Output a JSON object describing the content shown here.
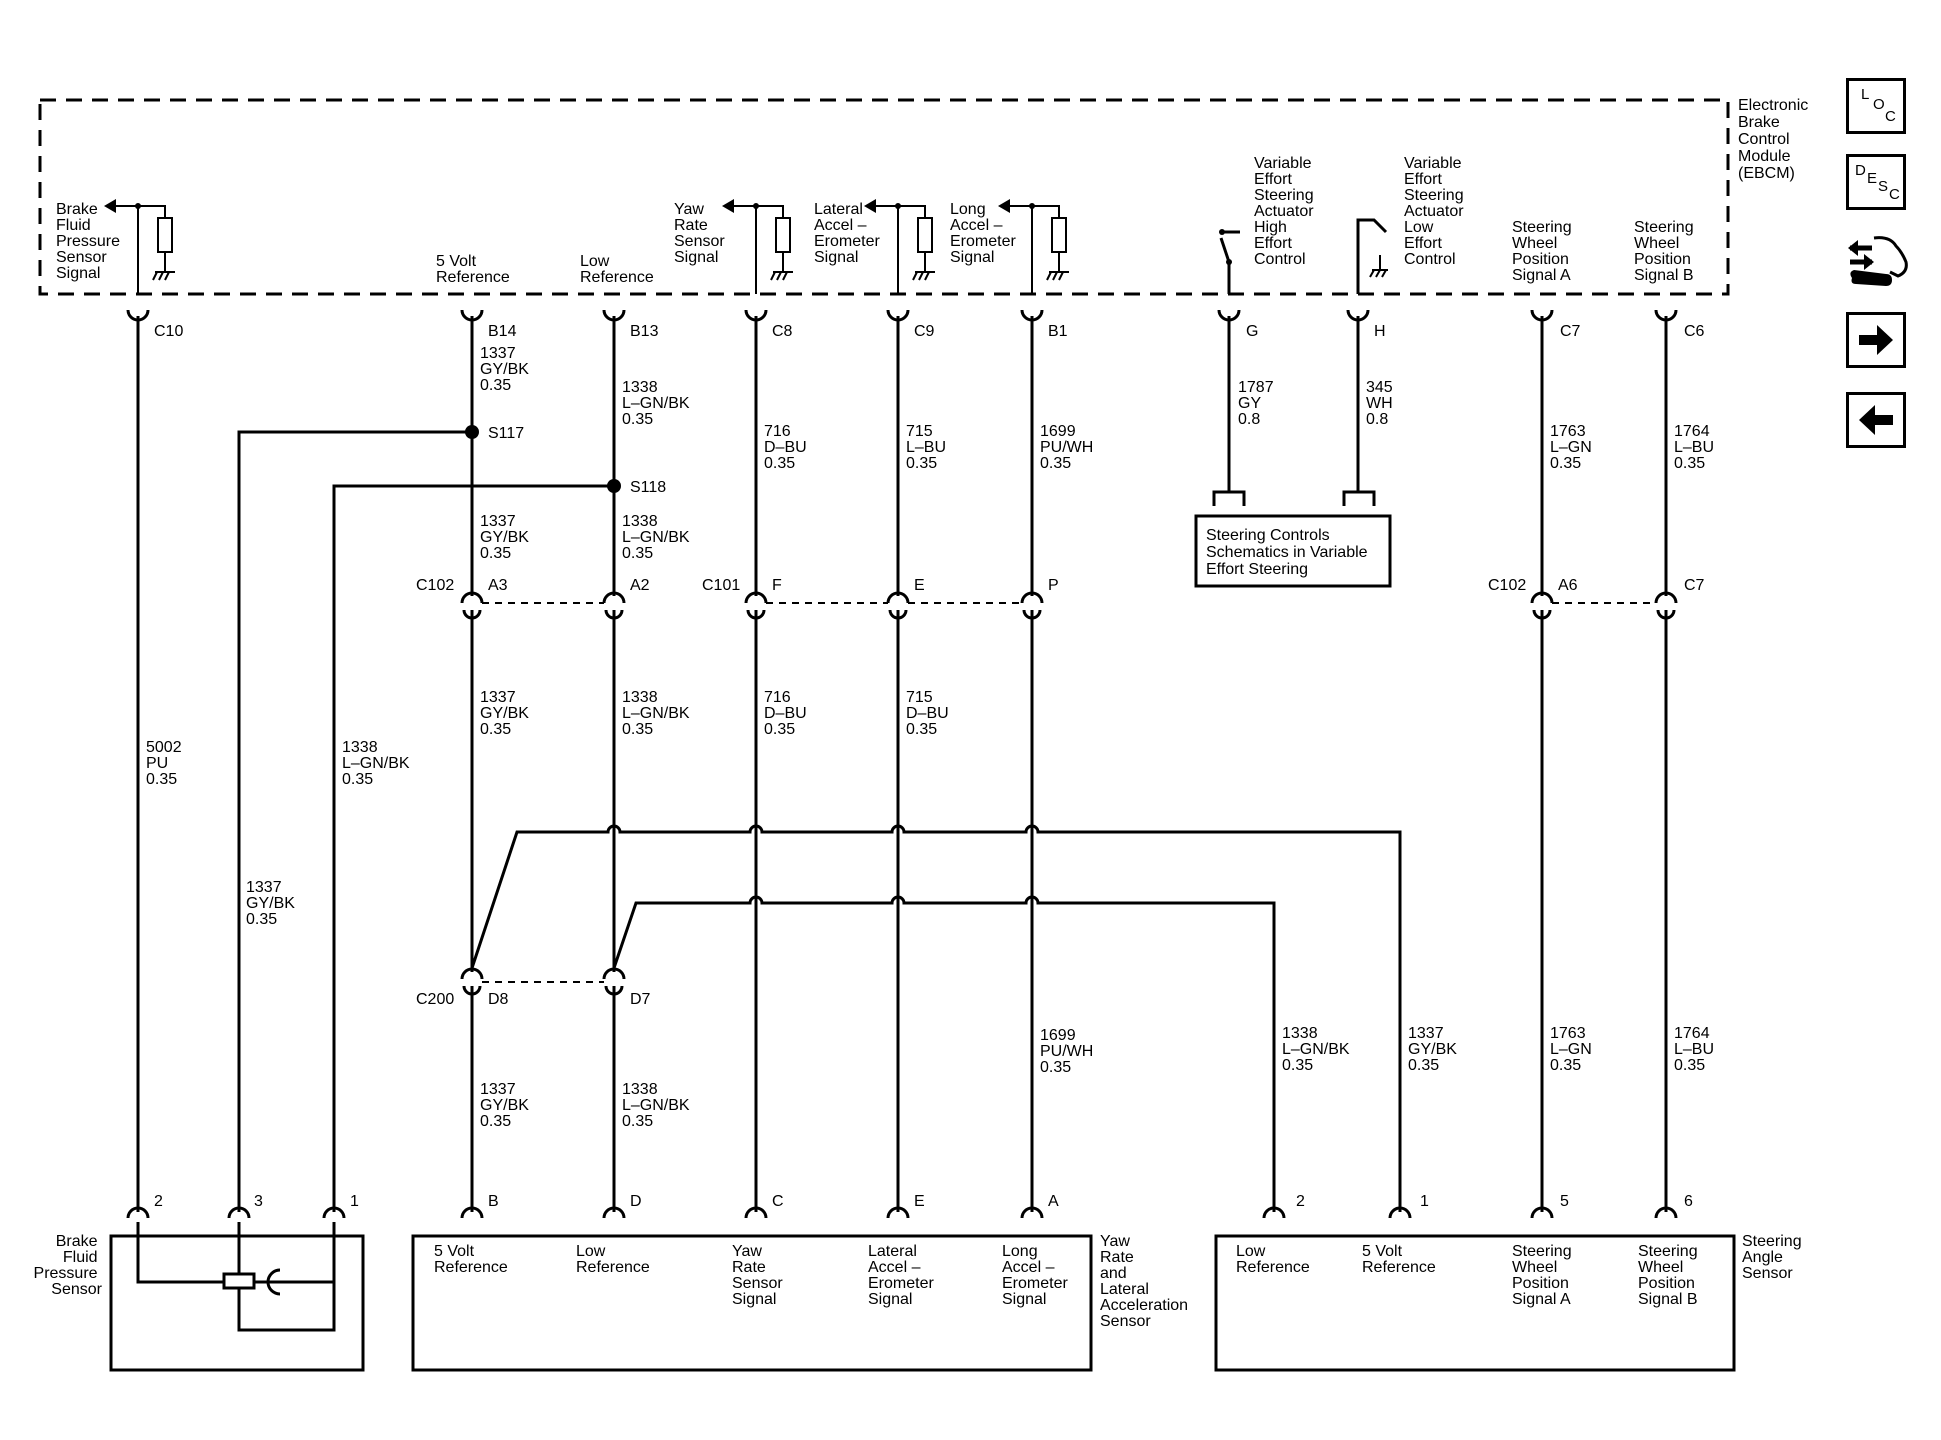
{
  "ebcm": {
    "label": [
      "Electronic",
      "Brake",
      "Control",
      "Module",
      "(EBCM)"
    ]
  },
  "ebcm_pins": [
    {
      "id": "brake-fluid",
      "label": [
        "Brake",
        "Fluid",
        "Pressure",
        "Sensor",
        "Signal"
      ],
      "pin": "C10",
      "wire": [
        "5002",
        "PU",
        "0.35"
      ]
    },
    {
      "id": "5v-ref",
      "label": [
        "5 Volt",
        "Reference"
      ],
      "pin": "B14",
      "wire": [
        "1337",
        "GY/BK",
        "0.35"
      ]
    },
    {
      "id": "low-ref",
      "label": [
        "Low",
        "Reference"
      ],
      "pin": "B13",
      "wire": [
        "1338",
        "L–GN/BK",
        "0.35"
      ]
    },
    {
      "id": "yaw",
      "label": [
        "Yaw",
        "Rate",
        "Sensor",
        "Signal"
      ],
      "pin": "C8",
      "wire": [
        "716",
        "D–BU",
        "0.35"
      ]
    },
    {
      "id": "lat",
      "label": [
        "Lateral",
        "Accel –",
        "Erometer",
        "Signal"
      ],
      "pin": "C9",
      "wire": [
        "715",
        "L–BU",
        "0.35"
      ]
    },
    {
      "id": "long",
      "label": [
        "Long",
        "Accel –",
        "Erometer",
        "Signal"
      ],
      "pin": "B1",
      "wire": [
        "1699",
        "PU/WH",
        "0.35"
      ]
    },
    {
      "id": "ves-high",
      "label": [
        "Variable",
        "Effort",
        "Steering",
        "Actuator",
        "High",
        "Effort",
        "Control"
      ],
      "pin": "G",
      "wire": [
        "1787",
        "GY",
        "0.8"
      ]
    },
    {
      "id": "ves-low",
      "label": [
        "Variable",
        "Effort",
        "Steering",
        "Actuator",
        "Low",
        "Effort",
        "Control"
      ],
      "pin": "H",
      "wire": [
        "345",
        "WH",
        "0.8"
      ]
    },
    {
      "id": "swp-a",
      "label": [
        "Steering",
        "Wheel",
        "Position",
        "Signal A"
      ],
      "pin": "C7",
      "wire": [
        "1763",
        "L–GN",
        "0.35"
      ]
    },
    {
      "id": "swp-b",
      "label": [
        "Steering",
        "Wheel",
        "Position",
        "Signal B"
      ],
      "pin": "C6",
      "wire": [
        "1764",
        "L–BU",
        "0.35"
      ]
    }
  ],
  "splices": {
    "s117": "S117",
    "s118": "S118"
  },
  "mid_wires": {
    "b14_below": [
      "1337",
      "GY/BK",
      "0.35"
    ],
    "b13_below": [
      "1338",
      "L–GN/BK",
      "0.35"
    ],
    "s117_branch": [
      "1337",
      "GY/BK",
      "0.35"
    ],
    "s118_branch": [
      "1338",
      "L–GN/BK",
      "0.35"
    ]
  },
  "steering_controls": [
    "Steering Controls",
    "Schematics in Variable",
    "Effort Steering"
  ],
  "connectors": {
    "c102_left": {
      "name": "C102",
      "pins": [
        "A3",
        "A2"
      ]
    },
    "c101": {
      "name": "C101",
      "pins": [
        "F",
        "E",
        "P"
      ]
    },
    "c102_right": {
      "name": "C102",
      "pins": [
        "A6",
        "C7"
      ]
    },
    "c200": {
      "name": "C200",
      "pins": [
        "D8",
        "D7"
      ]
    }
  },
  "below_inline_wires": {
    "a3": [
      "1337",
      "GY/BK",
      "0.35"
    ],
    "a2": [
      "1338",
      "L–GN/BK",
      "0.35"
    ],
    "f": [
      "716",
      "D–BU",
      "0.35"
    ],
    "e": [
      "715",
      "D–BU",
      "0.35"
    ]
  },
  "lower_wires": {
    "d8": [
      "1337",
      "GY/BK",
      "0.35"
    ],
    "d7": [
      "1338",
      "L–GN/BK",
      "0.35"
    ],
    "long": [
      "1699",
      "PU/WH",
      "0.35"
    ],
    "sas_low": [
      "1338",
      "L–GN/BK",
      "0.35"
    ],
    "sas_5v": [
      "1337",
      "GY/BK",
      "0.35"
    ],
    "sas_a": [
      "1763",
      "L–GN",
      "0.35"
    ],
    "sas_b": [
      "1764",
      "L–BU",
      "0.35"
    ]
  },
  "brake_sensor": {
    "label": [
      "Brake",
      "Fluid",
      "Pressure",
      "Sensor"
    ],
    "pins": [
      "2",
      "3",
      "1"
    ]
  },
  "yaw_sensor": {
    "label": [
      "Yaw",
      "Rate",
      "and",
      "Lateral",
      "Acceleration",
      "Sensor"
    ],
    "pins": [
      "B",
      "D",
      "C",
      "E",
      "A"
    ],
    "pin_labels": [
      [
        "5 Volt",
        "Reference"
      ],
      [
        "Low",
        "Reference"
      ],
      [
        "Yaw",
        "Rate",
        "Sensor",
        "Signal"
      ],
      [
        "Lateral",
        "Accel –",
        "Erometer",
        "Signal"
      ],
      [
        "Long",
        "Accel –",
        "Erometer",
        "Signal"
      ]
    ]
  },
  "angle_sensor": {
    "label": [
      "Steering",
      "Angle",
      "Sensor"
    ],
    "pins": [
      "2",
      "1",
      "5",
      "6"
    ],
    "pin_labels": [
      [
        "Low",
        "Reference"
      ],
      [
        "5 Volt",
        "Reference"
      ],
      [
        "Steering",
        "Wheel",
        "Position",
        "Signal A"
      ],
      [
        "Steering",
        "Wheel",
        "Position",
        "Signal B"
      ]
    ]
  },
  "nav": {
    "loc": [
      "L",
      "O",
      "C"
    ],
    "desc": [
      "D",
      "E",
      "S",
      "C"
    ]
  }
}
